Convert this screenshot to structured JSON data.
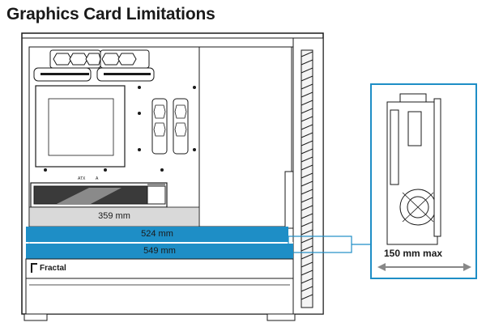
{
  "title": "Graphics Card Limitations",
  "brand": "Fractal",
  "board_labels": {
    "atx": "ATX",
    "a": "A"
  },
  "measurements": {
    "length_1": "359 mm",
    "length_2": "524 mm",
    "length_3": "549 mm",
    "width_max": "150 mm max"
  },
  "colors": {
    "accent_blue": "#1e8ec6",
    "band_gray": "#d9d9d9",
    "line": "#1a1a1a"
  }
}
